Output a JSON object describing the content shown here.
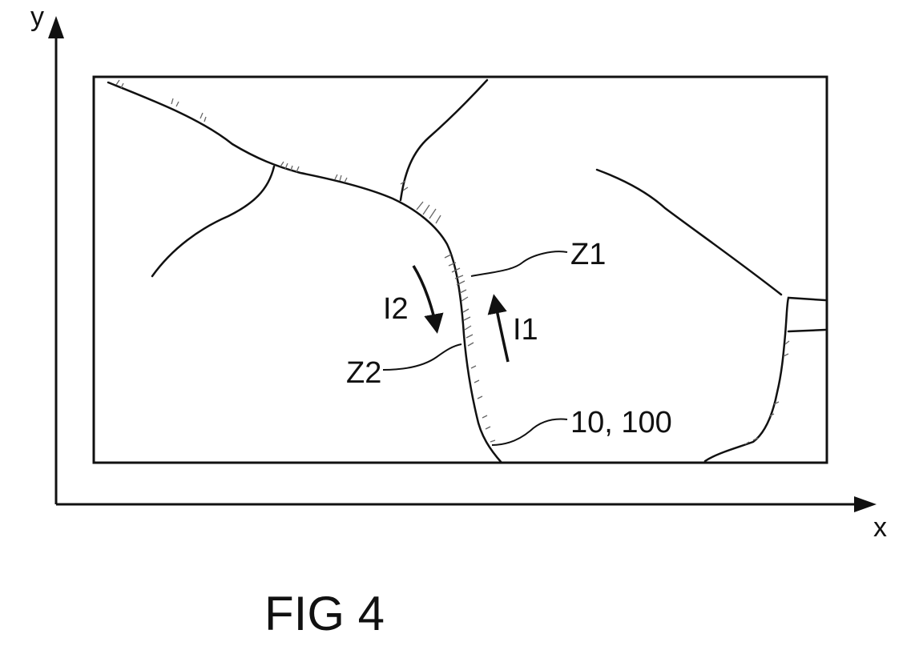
{
  "axes": {
    "x_label": "x",
    "y_label": "y"
  },
  "labels": {
    "z1": "Z1",
    "z2": "Z2",
    "i1": "I1",
    "i2": "I2",
    "boundary": "10, 100"
  },
  "caption": "FIG 4",
  "colors": {
    "ink": "#111111",
    "background": "#ffffff",
    "hatch": "#666666"
  }
}
